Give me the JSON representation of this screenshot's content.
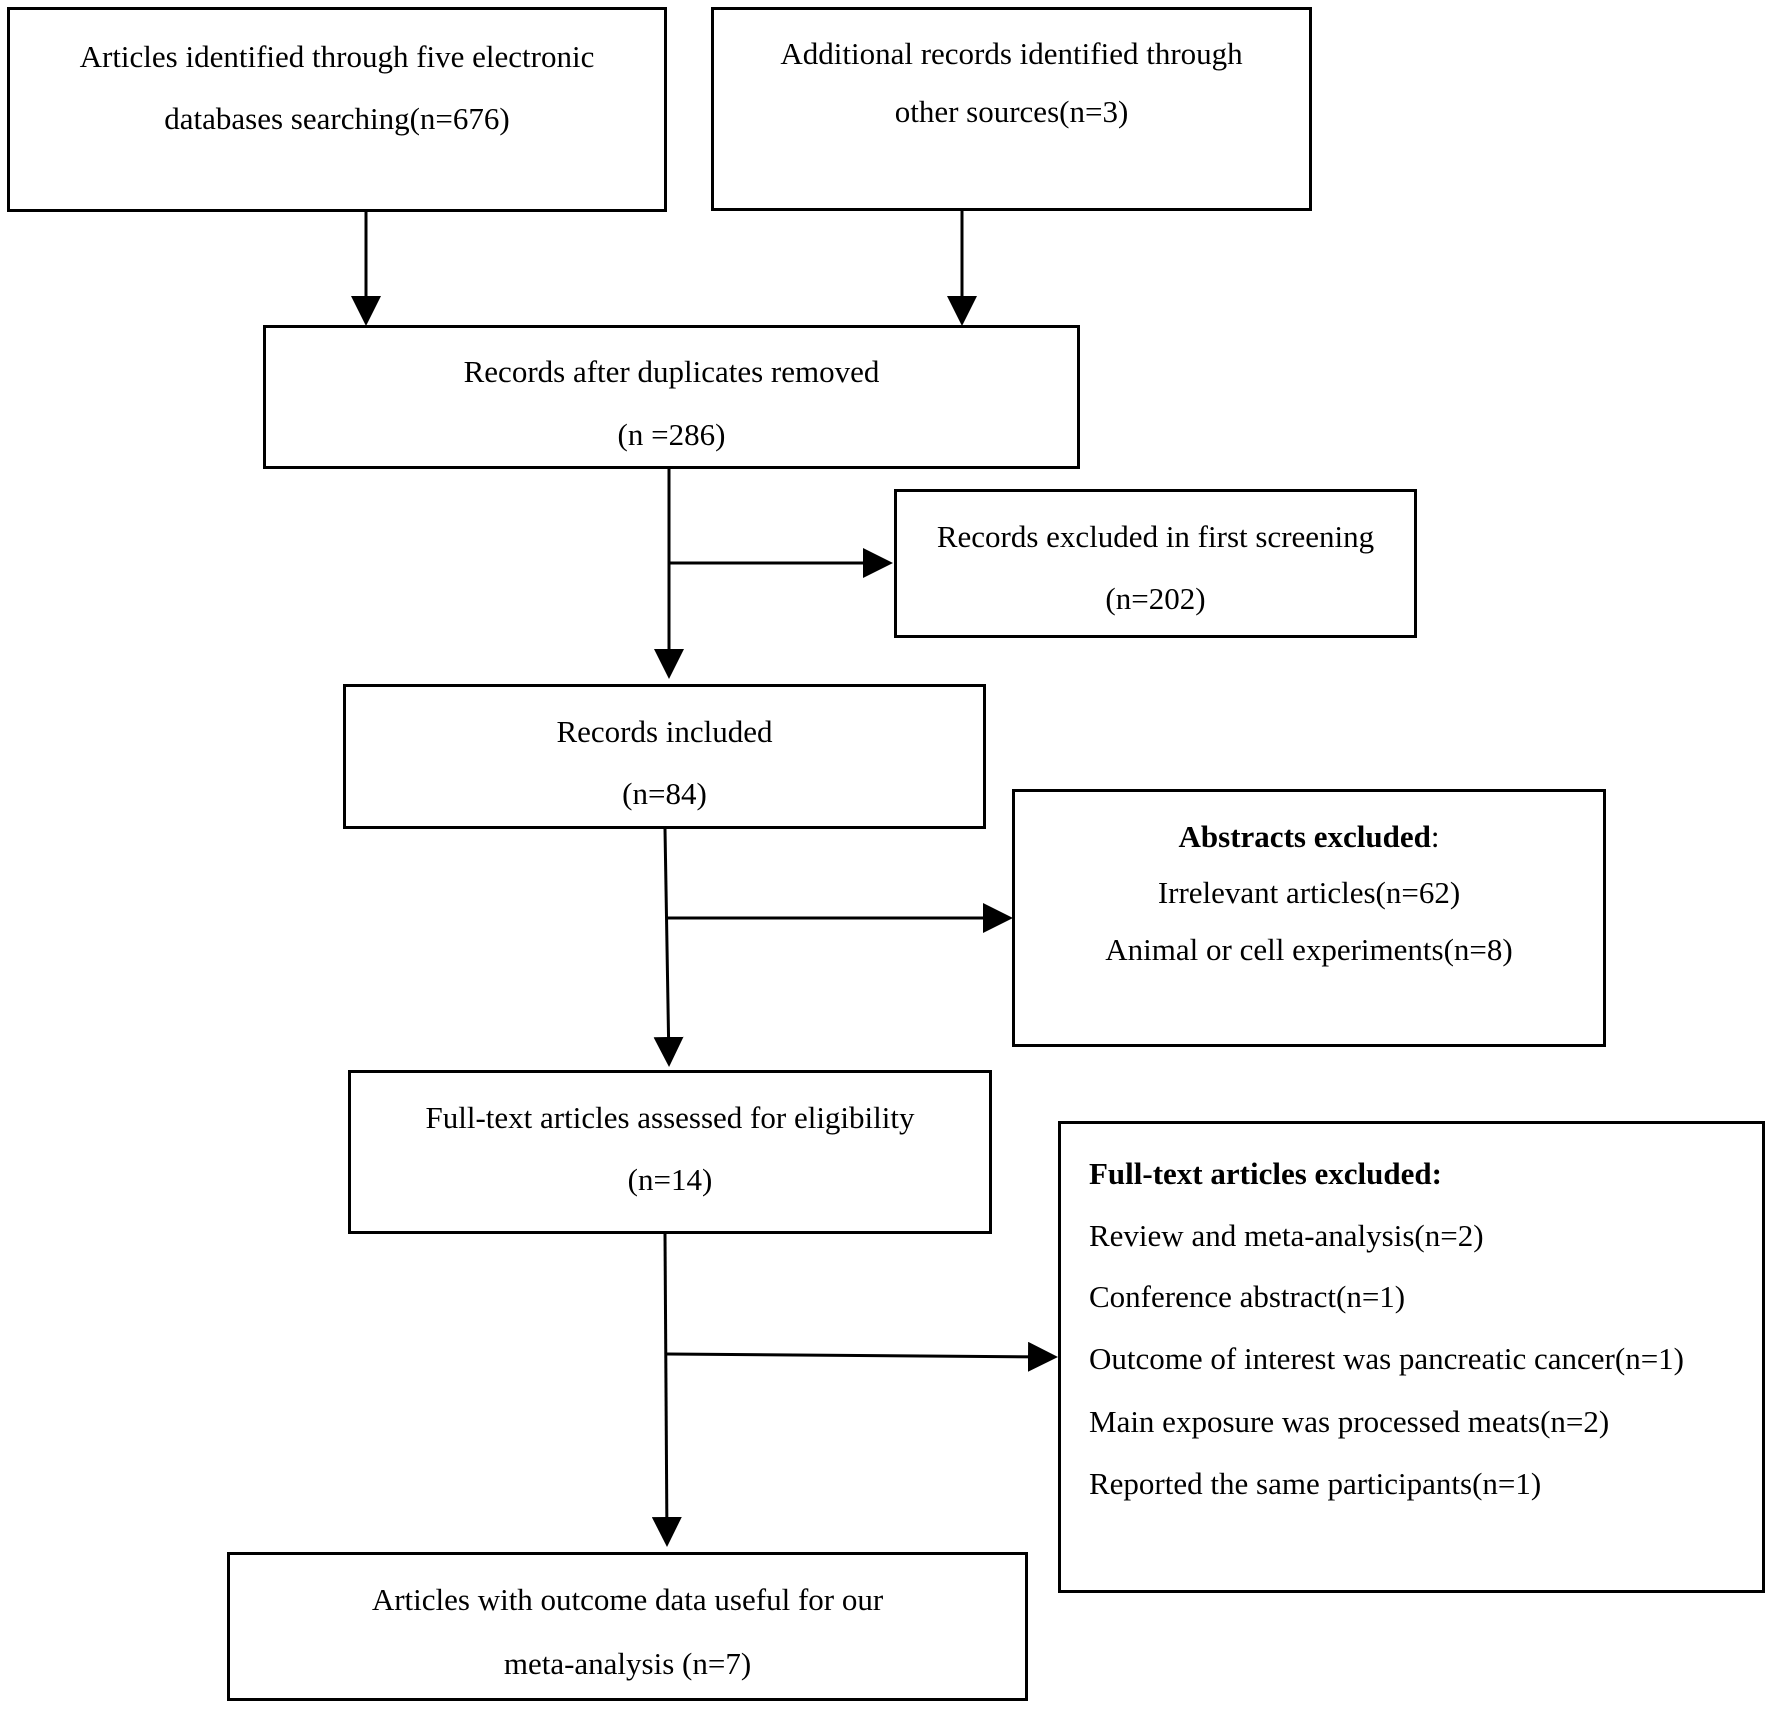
{
  "boxes": {
    "identified": {
      "line1": "Articles identified through five electronic",
      "line2": "databases searching(n=676)"
    },
    "additional": {
      "line1": "Additional records identified through",
      "line2": "other sources(n=3)"
    },
    "duplicates_removed": {
      "line1": "Records after duplicates removed",
      "line2": "(n =286)"
    },
    "excluded_first": {
      "line1": "Records excluded in first screening",
      "line2": "(n=202)"
    },
    "included": {
      "line1": "Records included",
      "line2": "(n=84)"
    },
    "abstracts_excluded": {
      "heading": "Abstracts excluded",
      "heading_suffix": ":",
      "items": [
        "Irrelevant articles(n=62)",
        "Animal or cell experiments(n=8)"
      ]
    },
    "full_text_assessed": {
      "line1": "Full-text articles assessed for eligibility",
      "line2": "(n=14)"
    },
    "full_text_excluded": {
      "heading": "Full-text articles excluded:",
      "items": [
        "Review and meta-analysis(n=2)",
        "Conference abstract(n=1)",
        "Outcome of interest was pancreatic cancer(n=1)",
        "Main exposure was processed meats(n=2)",
        "Reported the same participants(n=1)"
      ]
    },
    "final": {
      "line1": "Articles with outcome data useful for our",
      "line2": "meta-analysis (n=7)"
    }
  }
}
